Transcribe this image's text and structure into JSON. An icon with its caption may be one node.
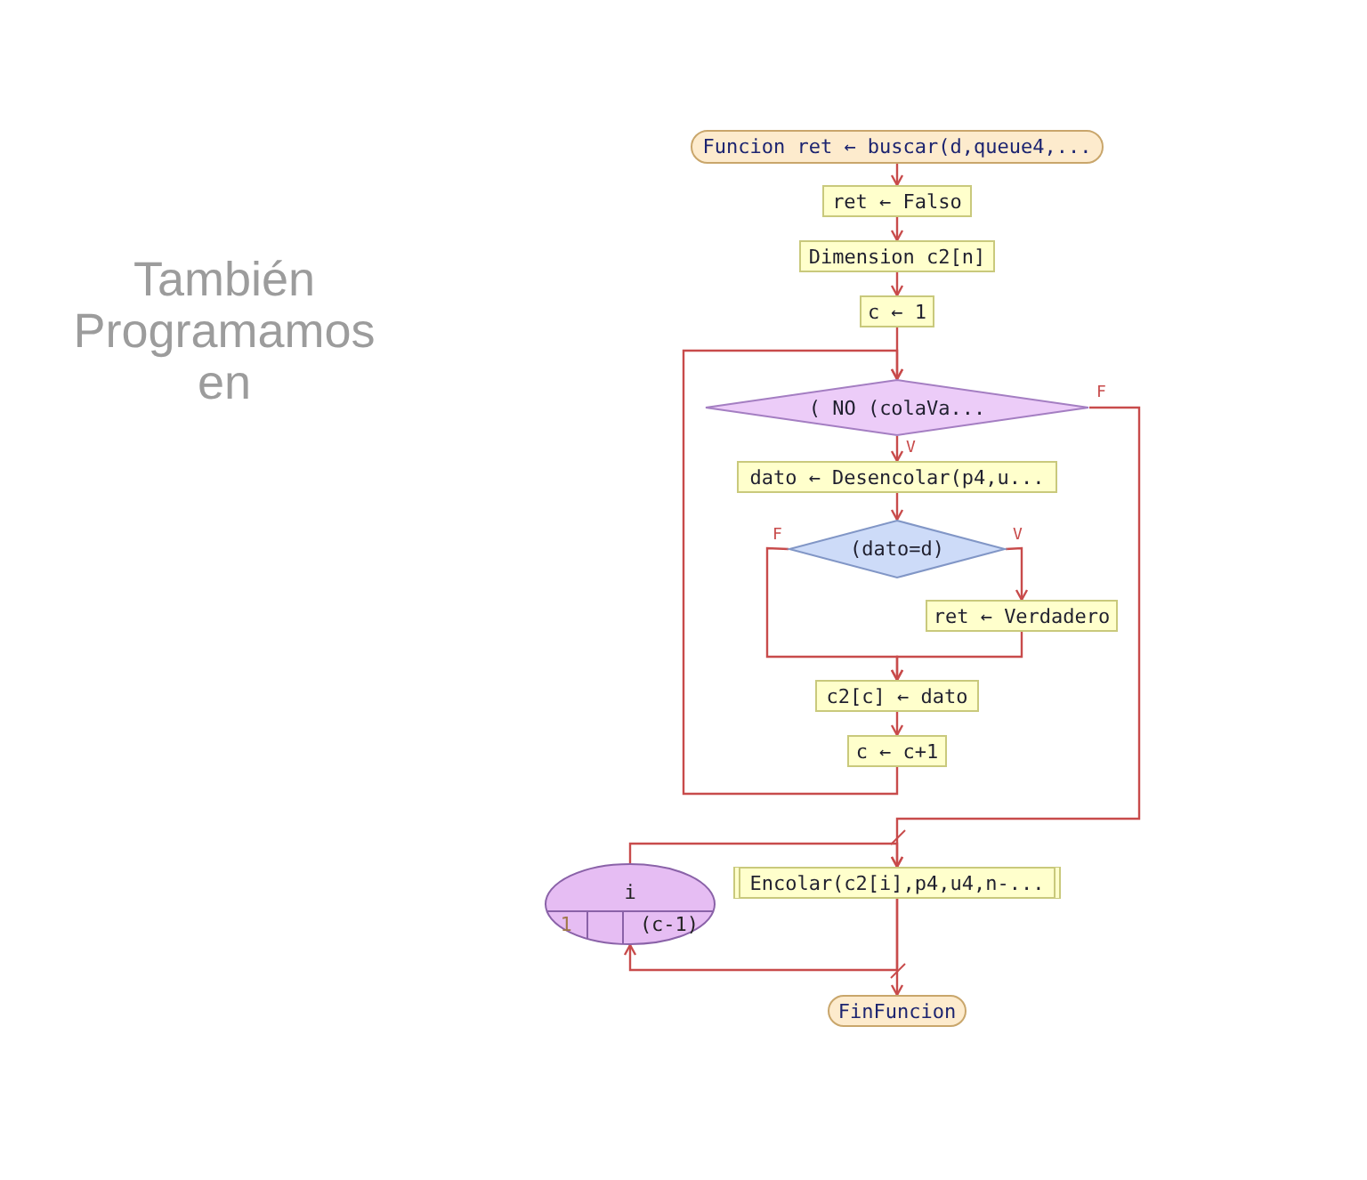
{
  "diagram": {
    "nodes": [
      {
        "text": [
          "Funcion ret ← buscar(d,queue4,..."
        ]
      },
      {
        "text": [
          "ret ← Falso"
        ]
      },
      {
        "text": [
          "Dimension c2[n]"
        ]
      },
      {
        "text": [
          "c ← 1"
        ]
      },
      {
        "text": [
          "( NO (colaVa..."
        ]
      },
      {
        "text": [
          "dato ← Desencolar(p4,u..."
        ]
      },
      {
        "text": [
          "(dato=d)"
        ]
      },
      {
        "text": [
          "ret ← Verdadero"
        ]
      },
      {
        "text": [
          "c2[c] ← dato"
        ]
      },
      {
        "text": [
          "c ← c+1"
        ]
      },
      {
        "text": [
          "i",
          "1",
          "(c-1)"
        ]
      },
      {
        "text": [
          "Encolar(c2[i],p4,u4,n-..."
        ]
      },
      {
        "text": [
          "FinFuncion"
        ]
      }
    ],
    "edges": [
      {
        "from": 0,
        "to": 1,
        "arrow": "to"
      },
      {
        "from": 1,
        "to": 2,
        "arrow": "to"
      },
      {
        "from": 2,
        "to": 3,
        "arrow": "to"
      },
      {
        "from": 3,
        "to": 4,
        "arrow": "to"
      },
      {
        "from": 9,
        "to": 4,
        "arrow": "to"
      },
      {
        "from": 4,
        "to": 5,
        "arrow": "to",
        "label": "V"
      },
      {
        "from": 5,
        "to": 6,
        "arrow": "to"
      },
      {
        "from": 6,
        "to": 7,
        "arrow": "to",
        "label": "V"
      },
      {
        "from": 6,
        "to": 8,
        "arrow": "to",
        "label": "F"
      },
      {
        "from": 7,
        "to": 8,
        "arrow": "to"
      },
      {
        "from": 8,
        "to": 9,
        "arrow": "to"
      },
      {
        "from": 4,
        "to": 11,
        "arrow": "to",
        "label": "F"
      },
      {
        "from": 10,
        "to": 11,
        "arrow": "to"
      },
      {
        "from": 11,
        "to": 10,
        "arrow": "to"
      },
      {
        "from": 11,
        "to": 12,
        "arrow": "to"
      }
    ],
    "labels": [
      "También Programamos en"
    ]
  }
}
